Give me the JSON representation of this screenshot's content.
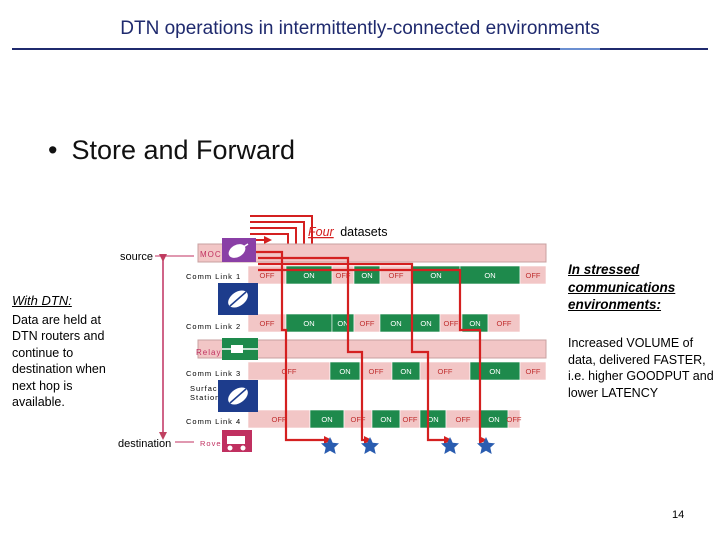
{
  "slide": {
    "title": "DTN operations in intermittently-connected environments",
    "bullet": "Store and Forward",
    "page_number": "14"
  },
  "left_text": {
    "heading": "With DTN:",
    "body": "Data are held at DTN routers and continue to destination when next hop is available."
  },
  "right_text": {
    "heading": "In stressed communications environments:",
    "body": "Increased VOLUME of data, delivered FASTER, i.e. higher GOODPUT and lower LATENCY"
  },
  "diagram": {
    "datasets_emphasis": "Four",
    "datasets_label": "datasets",
    "source_label": "source",
    "destination_label": "destination",
    "moc_label": "MOC",
    "relay_label": "Relay",
    "surface_station_line1": "Surface",
    "surface_station_line2": "Station",
    "rover_label": "Rover",
    "links": [
      {
        "name": "Comm Link 1",
        "states": [
          "OFF",
          "ON",
          "OFF",
          "ON",
          "OFF",
          "ON",
          "ON",
          "OFF"
        ]
      },
      {
        "name": "Comm Link 2",
        "states": [
          "OFF",
          "ON",
          "ON",
          "OFF",
          "ON",
          "ON",
          "OFF",
          "ON",
          "OFF"
        ]
      },
      {
        "name": "Comm Link 3",
        "states": [
          "OFF",
          "ON",
          "OFF",
          "ON",
          "OFF",
          "ON",
          "OFF"
        ]
      },
      {
        "name": "Comm Link 4",
        "states": [
          "OFF",
          "ON",
          "OFF",
          "ON",
          "OFF",
          "ON",
          "OFF",
          "ON",
          "OFF"
        ]
      }
    ],
    "colors": {
      "on_segment": "#1e8a4c",
      "off_segment": "#f2c6c6",
      "flow_arrow": "#d42020",
      "star": "#2a5db0",
      "datasets_emphasis": "#d42020"
    },
    "icons": [
      "satellite-dish-icon",
      "relay-satellite-icon",
      "surface-station-icon",
      "rover-icon",
      "star-icon"
    ]
  }
}
